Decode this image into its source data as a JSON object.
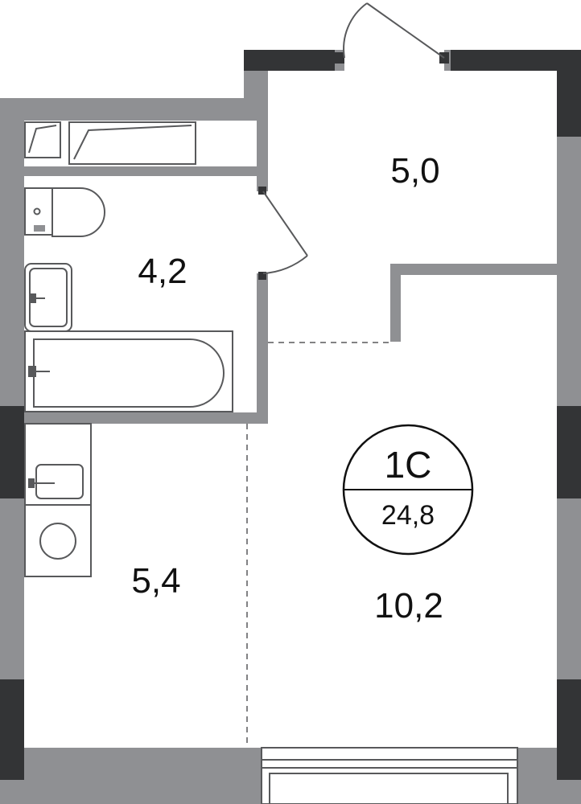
{
  "plan": {
    "apartment": {
      "type": "1С",
      "total_area": "24,8"
    },
    "rooms": [
      {
        "id": "hall",
        "area": "5,0"
      },
      {
        "id": "bathroom",
        "area": "4,2"
      },
      {
        "id": "kitchen",
        "area": "5,4"
      },
      {
        "id": "living",
        "area": "10,2"
      }
    ],
    "colors": {
      "wall": "#8f9093",
      "wall_dark": "#333436",
      "fixture_stroke": "#58595b",
      "text": "#111111",
      "background": "#ffffff"
    }
  }
}
